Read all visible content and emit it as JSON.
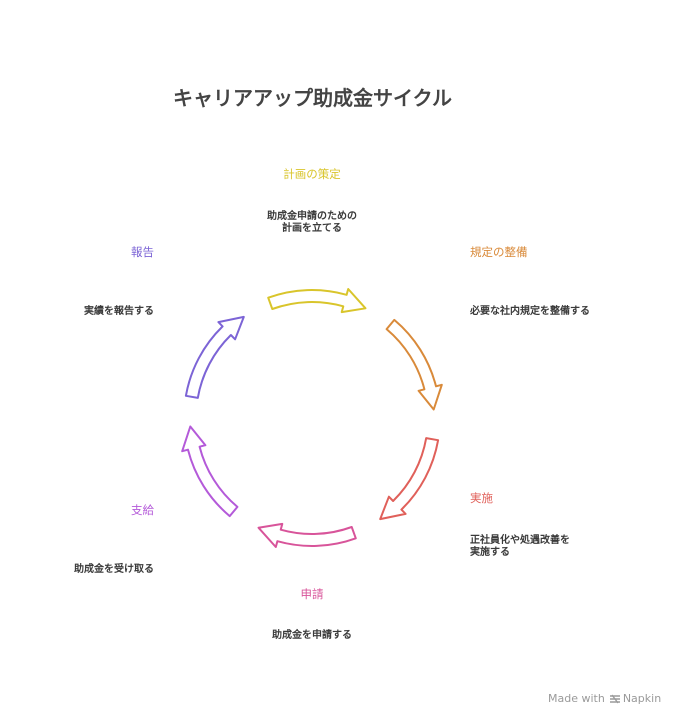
{
  "title": "キャリアアップ助成金サイクル",
  "stages": [
    {
      "label": "計画の策定",
      "description_lines": [
        "助成金申請のための",
        "計画を立てる"
      ],
      "color": "#d9c52b"
    },
    {
      "label": "規定の整備",
      "description_lines": [
        "必要な社内規定を整備する"
      ],
      "color": "#d98a3a"
    },
    {
      "label": "実施",
      "description_lines": [
        "正社員化や処遇改善を",
        "実施する"
      ],
      "color": "#e0605a"
    },
    {
      "label": "申請",
      "description_lines": [
        "助成金を申請する"
      ],
      "color": "#d8549a"
    },
    {
      "label": "支給",
      "description_lines": [
        "助成金を受け取る"
      ],
      "color": "#b45ad9"
    },
    {
      "label": "報告",
      "description_lines": [
        "実績を報告する"
      ],
      "color": "#7c64d6"
    }
  ],
  "footer": {
    "made_with": "Made with",
    "brand": "Napkin"
  }
}
